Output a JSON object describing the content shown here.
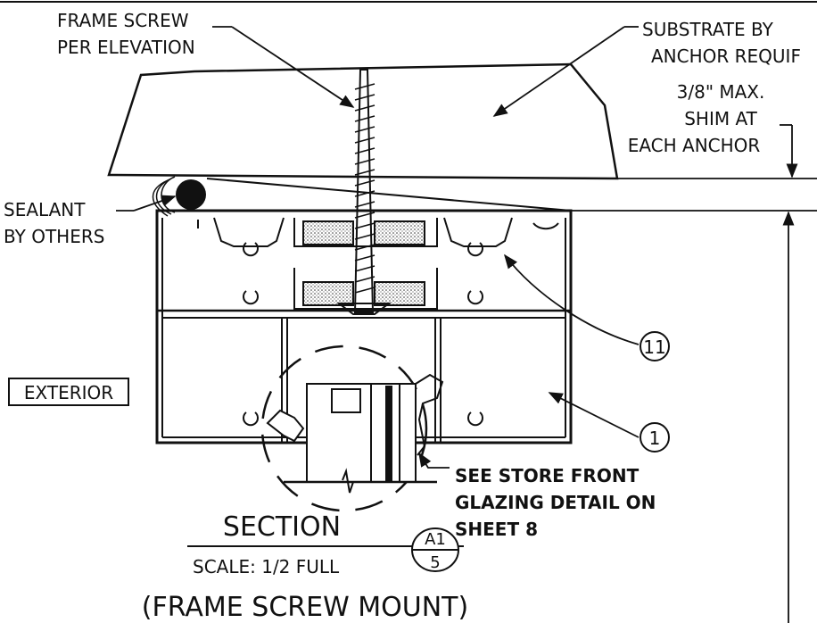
{
  "labels": {
    "frame_screw_line1": "FRAME SCREW",
    "frame_screw_line2": "PER ELEVATION",
    "substrate_line1": "SUBSTRATE BY",
    "substrate_line2": "ANCHOR REQUIF",
    "shim_line1": "3/8\" MAX.",
    "shim_line2": "SHIM AT",
    "shim_line3": "EACH ANCHOR",
    "sealant_line1": "SEALANT",
    "sealant_line2": "BY OTHERS",
    "exterior": "EXTERIOR",
    "see_line1": "SEE STORE FRONT",
    "see_line2": "GLAZING DETAIL ON",
    "see_line3": "SHEET 8"
  },
  "callouts": {
    "part_11": "11",
    "part_1": "1"
  },
  "title_block": {
    "section": "SECTION",
    "scale": "SCALE: 1/2 FULL",
    "subtitle": "(FRAME SCREW MOUNT)",
    "detail_ref_top": "A1",
    "detail_ref_bottom": "5"
  }
}
